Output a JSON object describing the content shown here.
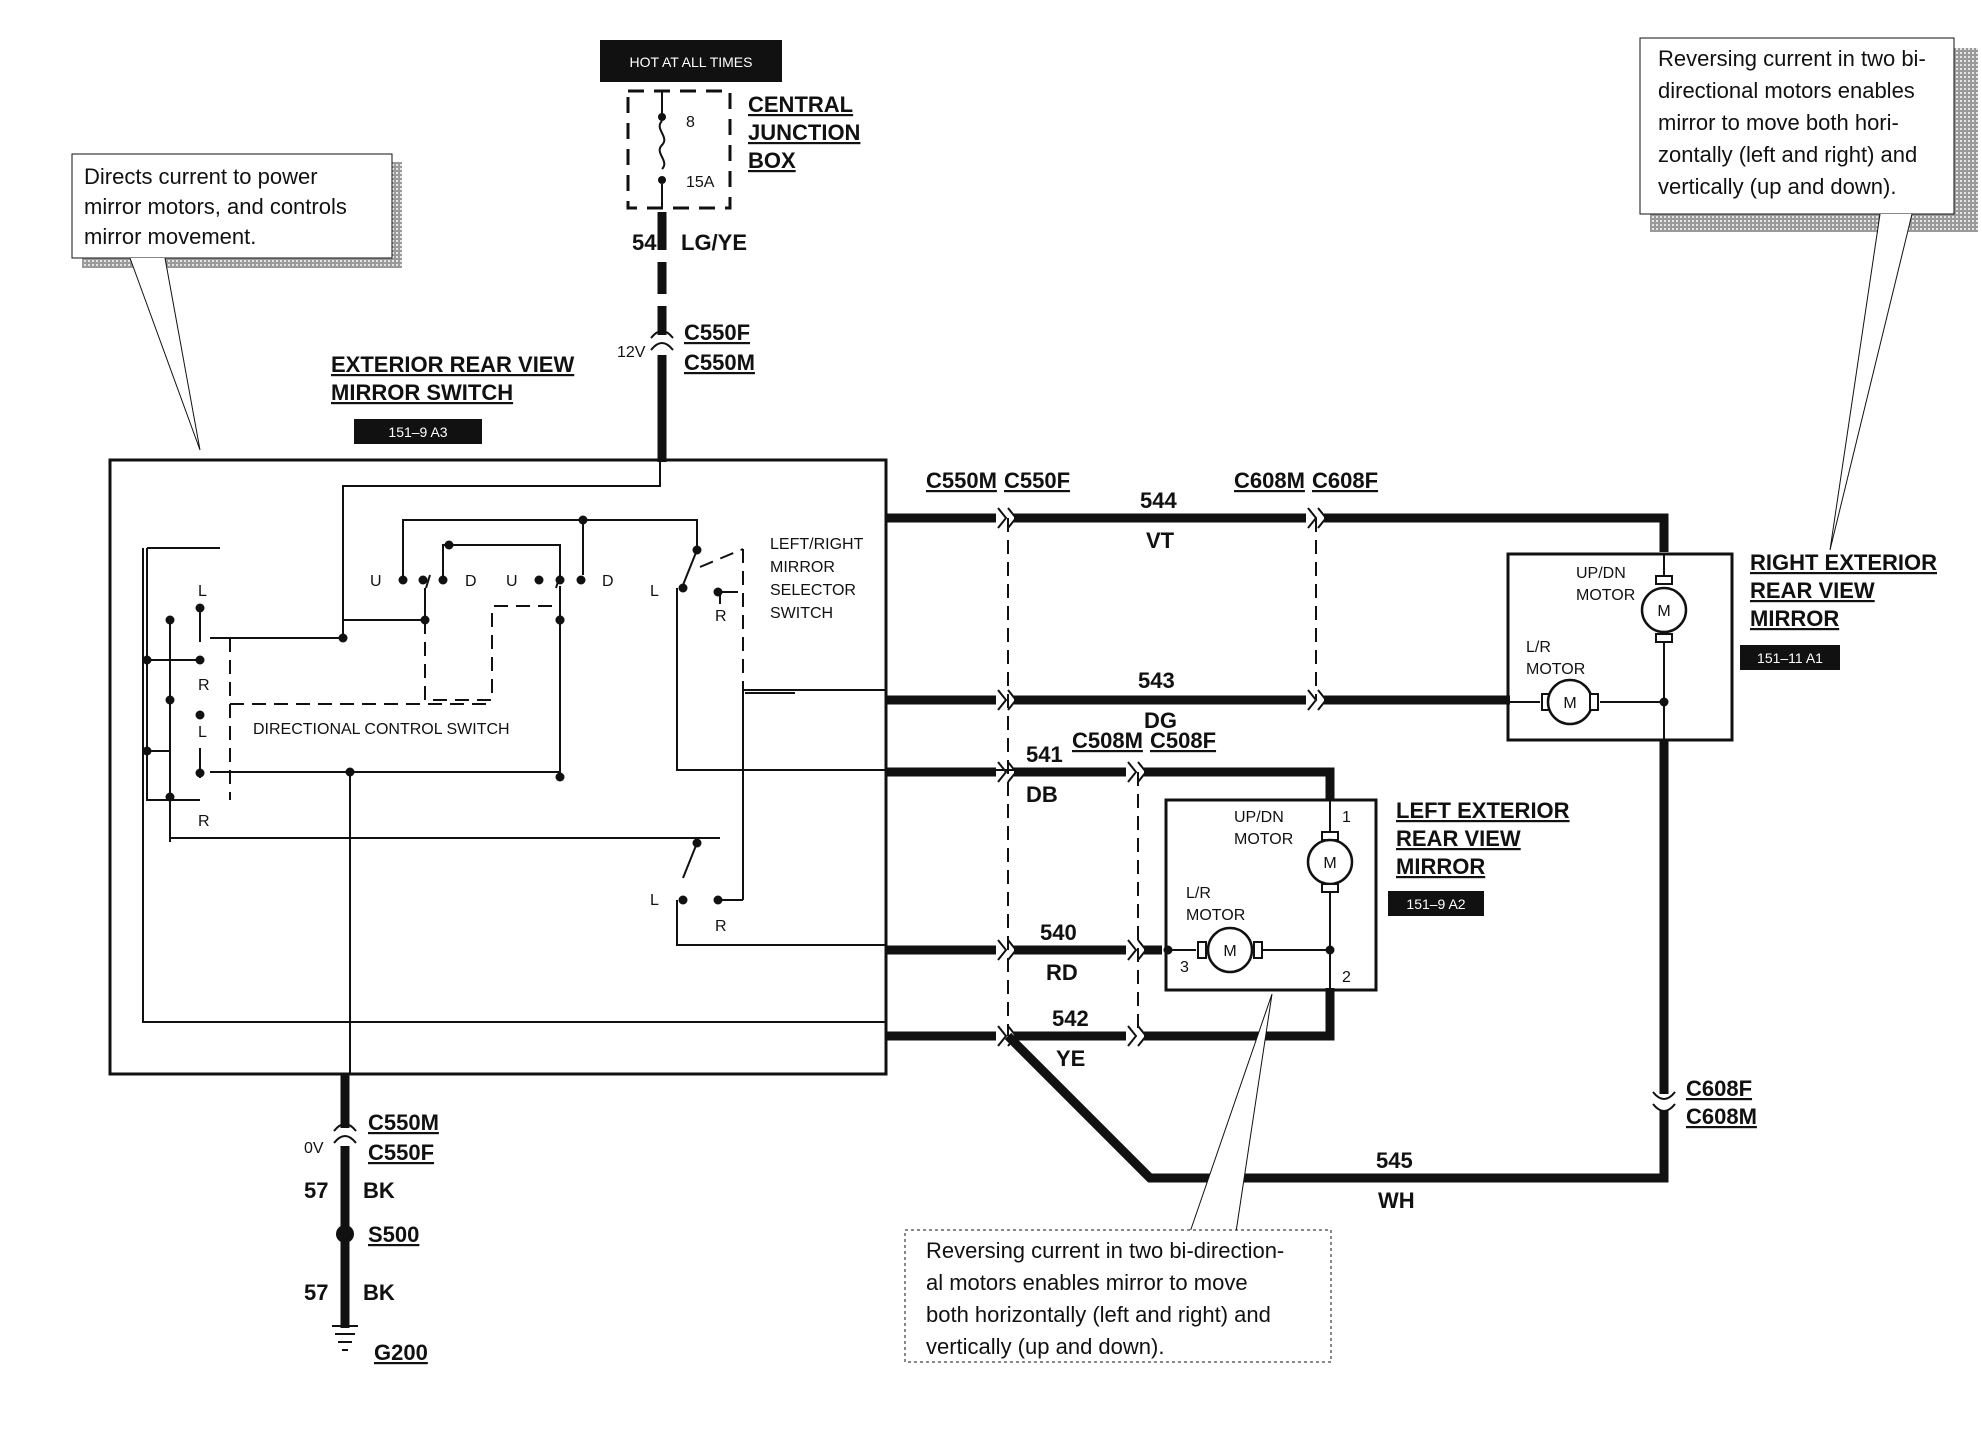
{
  "supply": {
    "hot_label": "HOT AT ALL TIMES",
    "fuse_num": "8",
    "fuse_amp": "15A",
    "junction_box": [
      "CENTRAL",
      "JUNCTION",
      "BOX"
    ],
    "circuit_num": "54",
    "circuit_color": "LG/YE",
    "voltage": "12V",
    "conn_a": "C550F",
    "conn_b": "C550M"
  },
  "switch": {
    "title": [
      "EXTERIOR REAR VIEW",
      "MIRROR SWITCH"
    ],
    "ref": "151–9 A3",
    "callout": [
      "Directs current to power",
      "mirror motors, and controls",
      "mirror movement."
    ],
    "directional_label": "DIRECTIONAL CONTROL SWITCH",
    "selector_label": [
      "LEFT/RIGHT",
      "MIRROR",
      "SELECTOR",
      "SWITCH"
    ],
    "letters": {
      "u": "U",
      "d": "D",
      "l": "L",
      "r": "R"
    }
  },
  "ground": {
    "conn_a": "C550M",
    "conn_b": "C550F",
    "voltage": "0V",
    "circuit_num": "57",
    "circuit_color": "BK",
    "splice": "S500",
    "ground": "G200"
  },
  "wires": {
    "conn_top_m": "C550M",
    "conn_top_f": "C550F",
    "conn_608m": "C608M",
    "conn_608f": "C608F",
    "conn_508m": "C508M",
    "conn_508f": "C508F",
    "w544": "544",
    "w544c": "VT",
    "w543": "543",
    "w543c": "DG",
    "w541": "541",
    "w541c": "DB",
    "w540": "540",
    "w540c": "RD",
    "w542": "542",
    "w542c": "YE",
    "w545": "545",
    "w545c": "WH",
    "conn_right_f": "C608F",
    "conn_right_m": "C608M"
  },
  "right_mirror": {
    "title": [
      "RIGHT EXTERIOR",
      "REAR VIEW",
      "MIRROR"
    ],
    "ref": "151–11 A1",
    "updn": [
      "UP/DN",
      "MOTOR"
    ],
    "lr": [
      "L/R",
      "MOTOR"
    ],
    "motor": "M",
    "callout": [
      "Reversing current in two bi-",
      "directional motors enables",
      "mirror to move both hori-",
      "zontally (left and right) and",
      "vertically (up and down)."
    ]
  },
  "left_mirror": {
    "title": [
      "LEFT EXTERIOR",
      "REAR VIEW",
      "MIRROR"
    ],
    "ref": "151–9 A2",
    "updn": [
      "UP/DN",
      "MOTOR"
    ],
    "lr": [
      "L/R",
      "MOTOR"
    ],
    "motor": "M",
    "pin1": "1",
    "pin2": "2",
    "pin3": "3",
    "callout": [
      "Reversing current in two bi-direction-",
      "al motors enables mirror to move",
      "both horizontally (left and right) and",
      "vertically (up and down)."
    ]
  }
}
